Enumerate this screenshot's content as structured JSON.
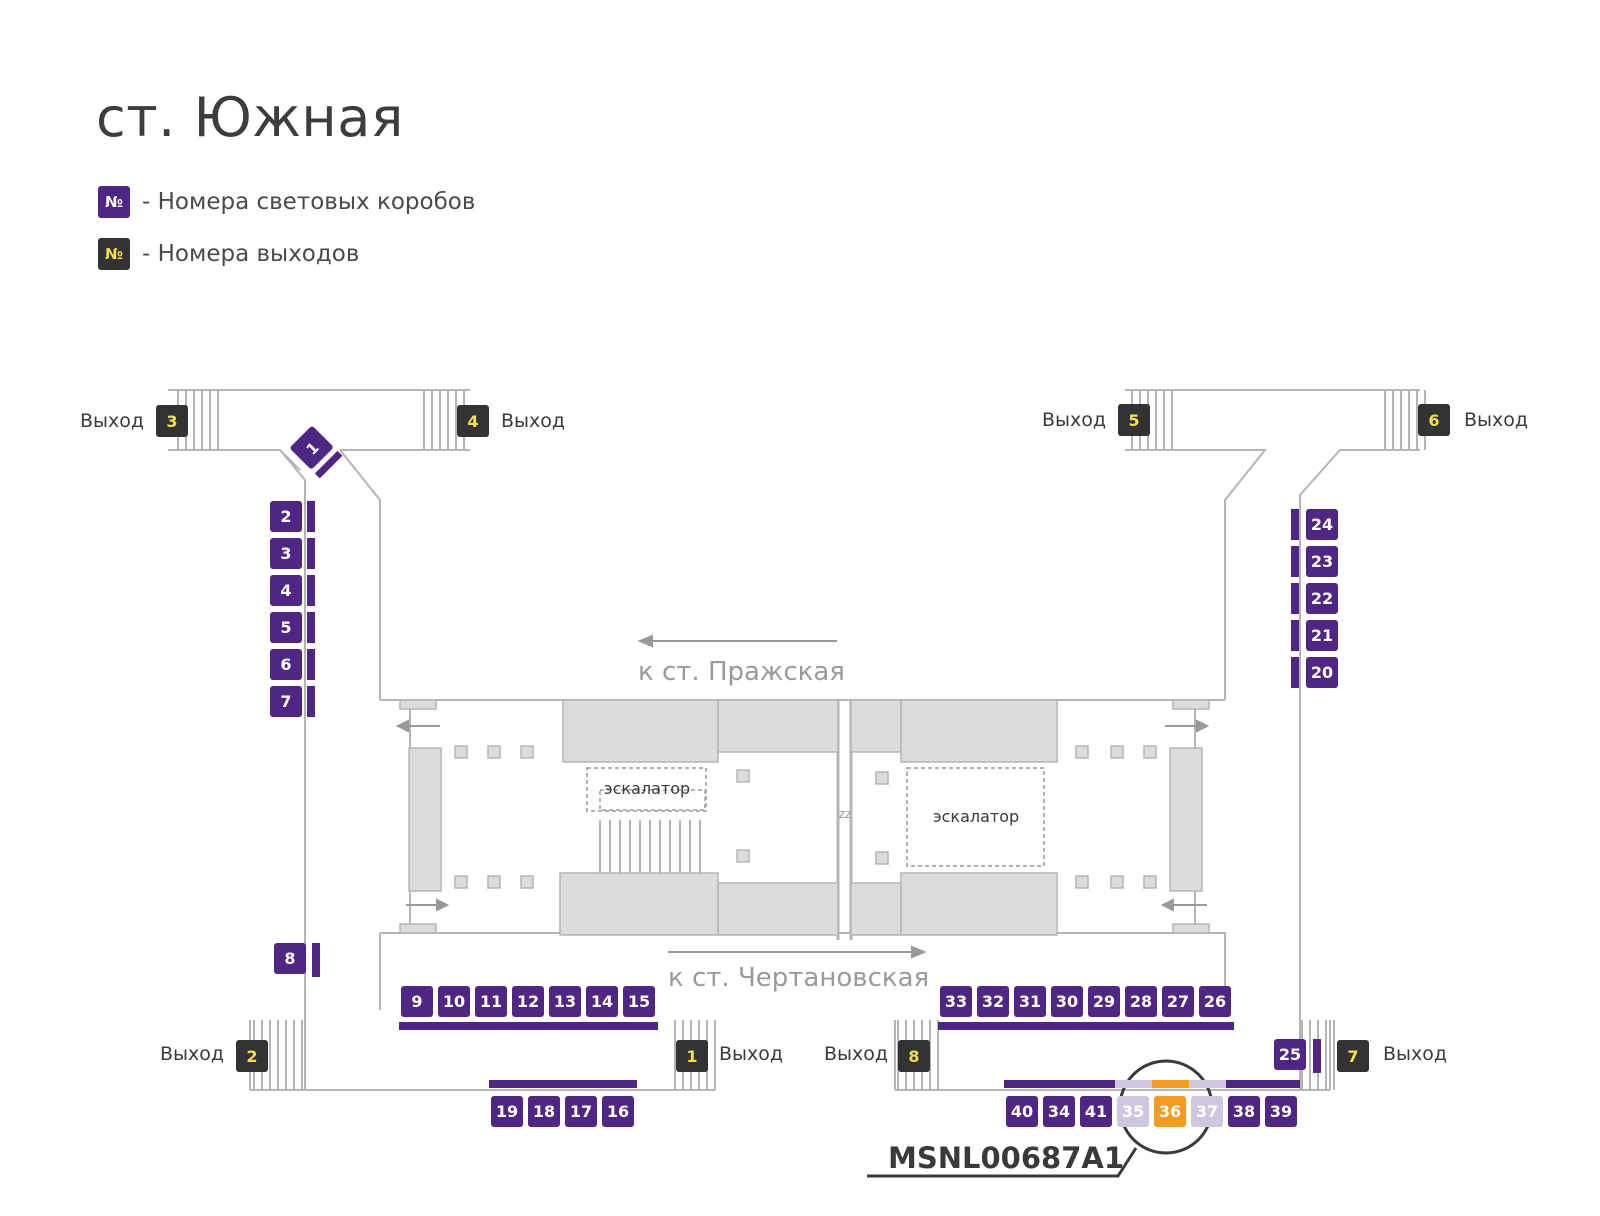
{
  "title": "ст. Южная",
  "legend": [
    {
      "symbol": "№",
      "text": "- Номера световых коробов",
      "kind": "box"
    },
    {
      "symbol": "№",
      "text": "- Номера выходов",
      "kind": "exit"
    }
  ],
  "colors": {
    "box": "#4f2683",
    "box_light": "#cfc6e0",
    "exit": "#333333",
    "exit_text": "#f4e04d",
    "highlight": "#f39c1f",
    "wall": "#b5b5b5",
    "block": "#dcdcdc"
  },
  "labels": {
    "exit_word": "Выход",
    "to_prazhskaya": "к ст. Пражская",
    "to_chertanovskaya": "к ст. Чертановская",
    "escalator_left": "эскалатор",
    "escalator_right": "эскалатор",
    "highlight_code": "MSNL00687A1",
    "zz": "zz"
  },
  "exits": [
    "3",
    "4",
    "5",
    "6",
    "2",
    "1",
    "8",
    "7"
  ],
  "boxes": {
    "left_column": [
      "2",
      "3",
      "4",
      "5",
      "6",
      "7"
    ],
    "diagonal": "1",
    "left_mid": "8",
    "top_left_row": [
      "9",
      "10",
      "11",
      "12",
      "13",
      "14",
      "15"
    ],
    "bottom_left_row": [
      "19",
      "18",
      "17",
      "16"
    ],
    "top_right_row": [
      "33",
      "32",
      "31",
      "30",
      "29",
      "28",
      "27",
      "26"
    ],
    "right_column": [
      "24",
      "23",
      "22",
      "21",
      "20"
    ],
    "right_lower": "25",
    "bottom_right_row": [
      "40",
      "34",
      "41",
      "35",
      "36",
      "37",
      "38",
      "39"
    ],
    "faded": [
      "35",
      "37"
    ],
    "highlighted": "36"
  }
}
